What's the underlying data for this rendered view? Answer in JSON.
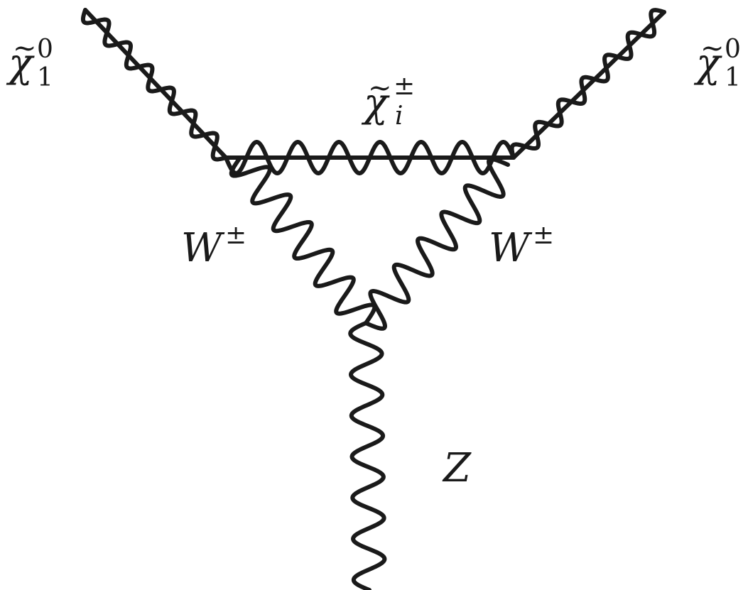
{
  "diagram": {
    "particles": {
      "neutralino_left": {
        "symbol": "χ",
        "tilde": "~",
        "subscript": "1",
        "superscript": "0"
      },
      "neutralino_right": {
        "symbol": "χ",
        "tilde": "~",
        "subscript": "1",
        "superscript": "0"
      },
      "chargino": {
        "symbol": "χ",
        "tilde": "~",
        "subscript": "i",
        "superscript": "±"
      },
      "w_left": {
        "symbol": "W",
        "superscript": "±"
      },
      "w_right": {
        "symbol": "W",
        "superscript": "±"
      },
      "z_boson": {
        "symbol": "Z"
      }
    }
  }
}
